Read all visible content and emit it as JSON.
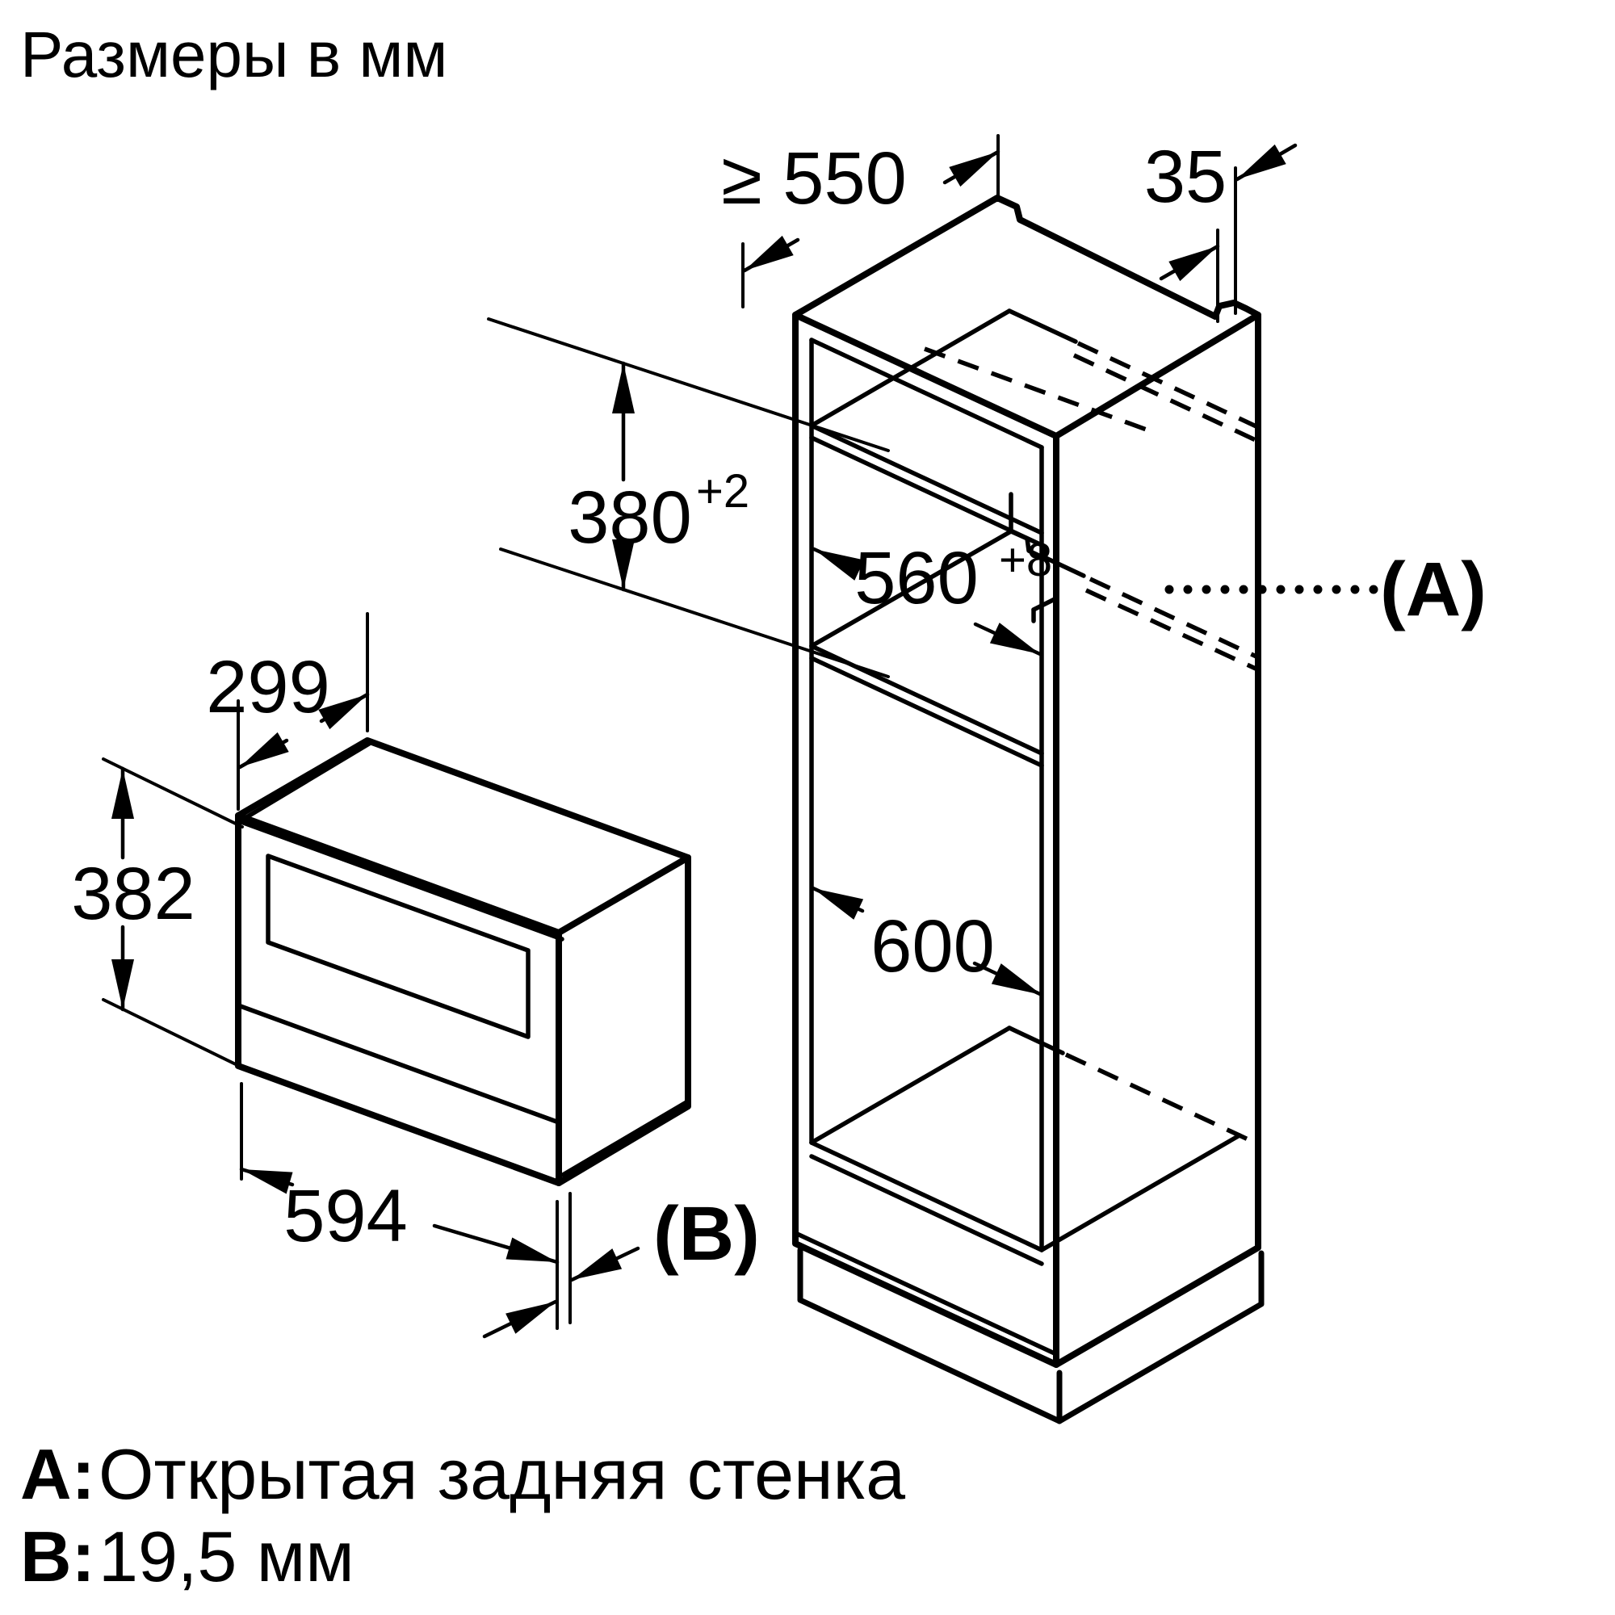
{
  "title": "Размеры в мм",
  "dimensions": {
    "depth_min": "≥ 550",
    "top_rail": "35",
    "niche_height": {
      "value": "380",
      "tolerance": "+2"
    },
    "niche_width": {
      "value": "560",
      "tolerance": "+8"
    },
    "cabinet_width": "600",
    "appliance_depth": "299",
    "appliance_height": "382",
    "appliance_width": "594"
  },
  "callouts": {
    "a": "(A)",
    "b": "(B)"
  },
  "legend": [
    {
      "key": "A:",
      "text": "Открытая задняя стенка"
    },
    {
      "key": "B:",
      "text": "19,5 мм"
    }
  ],
  "colors": {
    "line": "#000000",
    "background": "#ffffff"
  }
}
